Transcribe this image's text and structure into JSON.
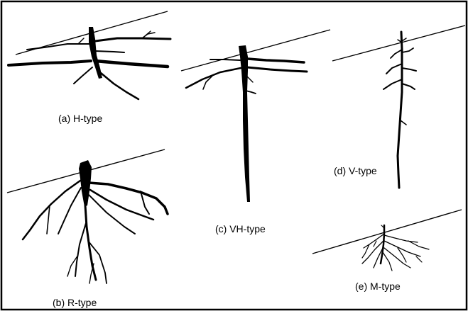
{
  "diagram": {
    "panels": [
      {
        "id": "a",
        "label": "(a) H-type"
      },
      {
        "id": "b",
        "label": "(b) R-type"
      },
      {
        "id": "c",
        "label": "(c) VH-type"
      },
      {
        "id": "d",
        "label": "(d) V-type"
      },
      {
        "id": "e",
        "label": "(e) M-type"
      }
    ]
  }
}
